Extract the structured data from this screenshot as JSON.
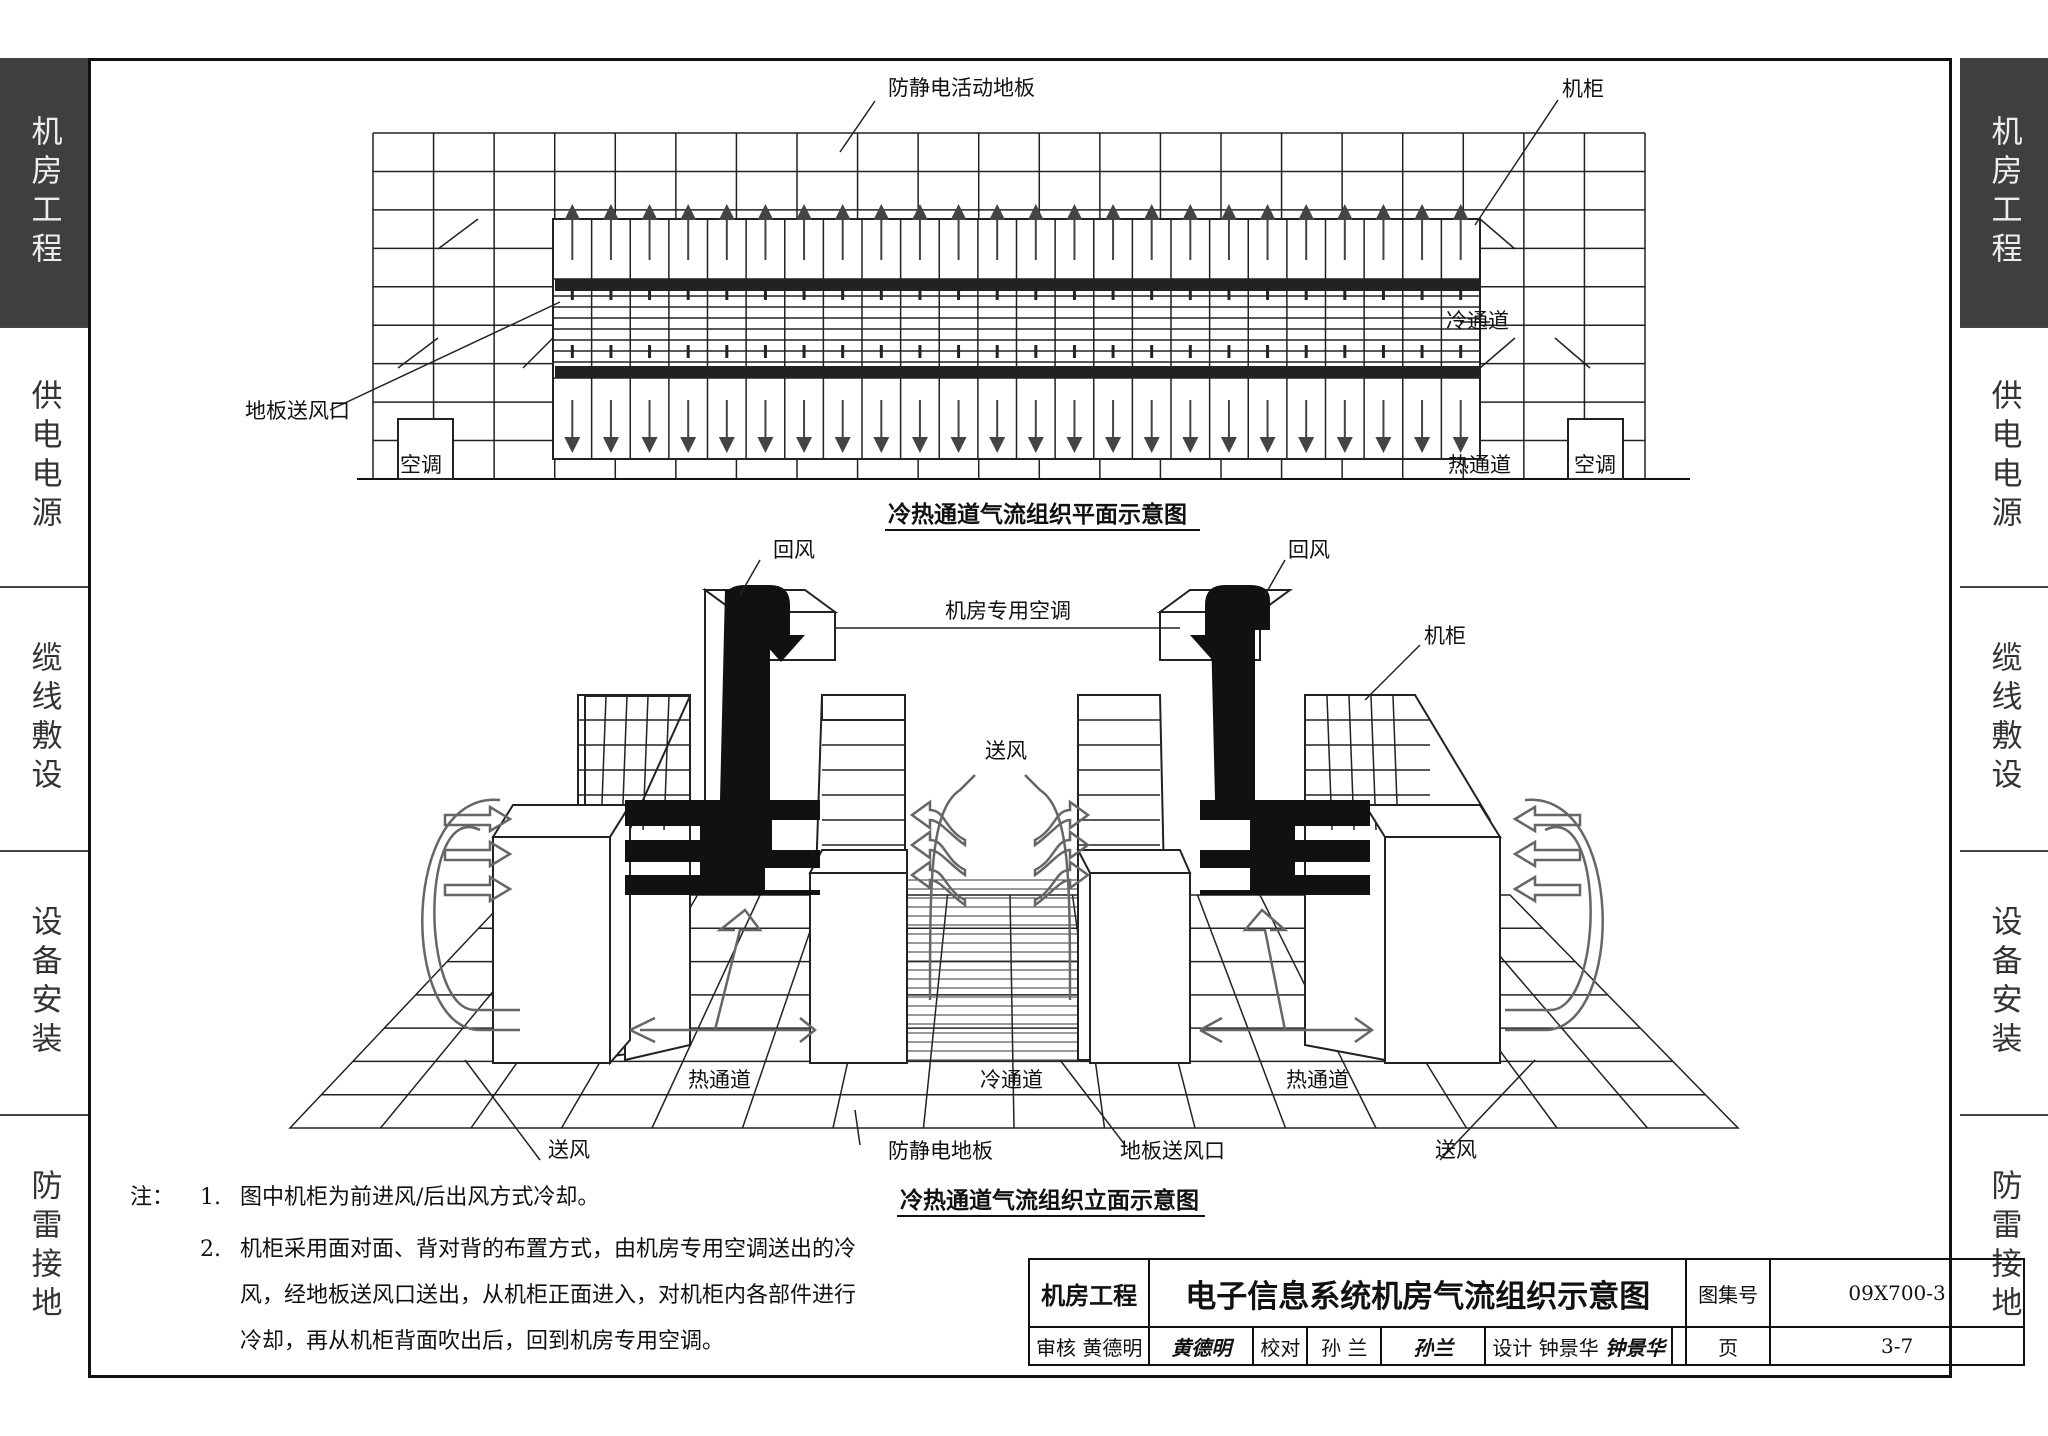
{
  "side_tabs": [
    {
      "label": "机房工程",
      "active": true
    },
    {
      "label": "供电电源",
      "active": false
    },
    {
      "label": "缆线敷设",
      "active": false
    },
    {
      "label": "设备安装",
      "active": false
    },
    {
      "label": "防雷接地",
      "active": false
    }
  ],
  "plan": {
    "title": "冷热通道气流组织平面示意图",
    "labels": {
      "floor": "防静电活动地板",
      "cabinet": "机柜",
      "cold_aisle": "冷通道",
      "floor_vent": "地板送风口",
      "ac_left": "空调",
      "hot_aisle": "热通道",
      "ac_right": "空调"
    }
  },
  "elevation": {
    "title": "冷热通道气流组织立面示意图",
    "labels": {
      "return_left": "回风",
      "return_right": "回风",
      "crac": "机房专用空调",
      "cabinet": "机柜",
      "supply_top": "送风",
      "hot_left": "热通道",
      "cold": "冷通道",
      "hot_right": "热通道",
      "supply_left": "送风",
      "static_floor": "防静电地板",
      "floor_vent": "地板送风口",
      "supply_right": "送风"
    }
  },
  "notes": {
    "prefix": "注：",
    "items": [
      {
        "num": "1.",
        "text": "图中机柜为前进风/后出风方式冷却。"
      },
      {
        "num": "2.",
        "text": "机柜采用面对面、背对背的布置方式，由机房专用空调送出的冷风，经地板送风口送出，从机柜正面进入，对机柜内各部件进行冷却，再从机柜背面吹出后，回到机房专用空调。"
      }
    ]
  },
  "title_block": {
    "category": "机房工程",
    "drawing_title": "电子信息系统机房气流组织示意图",
    "atlas_label": "图集号",
    "atlas_no": "09X700-3",
    "review_label": "审核",
    "reviewer": "黄德明",
    "reviewer_sig": "黄德明",
    "check_label": "校对",
    "checker": "孙 兰",
    "checker_sig": "孙兰",
    "design_label": "设计",
    "designer": "钟景华",
    "designer_sig": "钟景华",
    "page_label": "页",
    "page_no": "3-7"
  }
}
